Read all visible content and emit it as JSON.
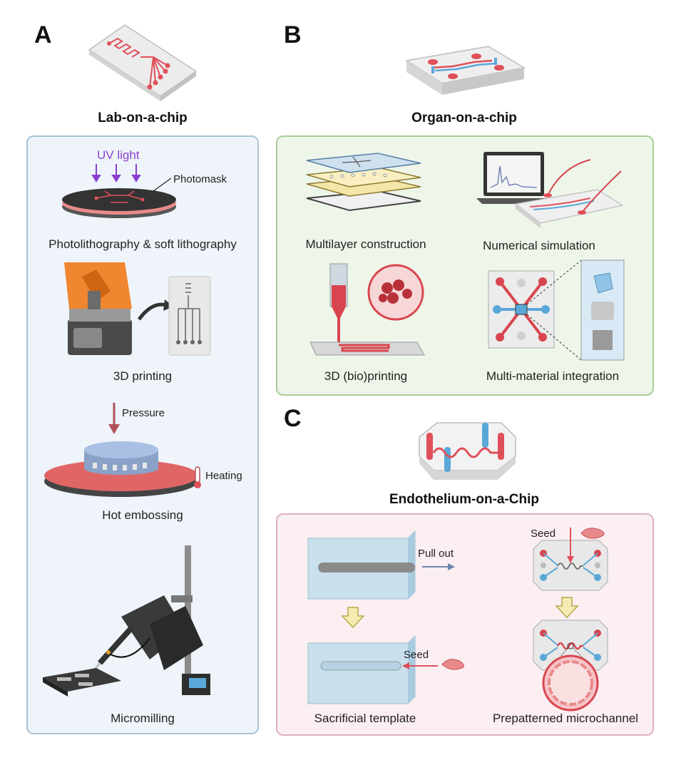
{
  "panels": {
    "a": {
      "letter": "A",
      "title": "Lab-on-a-chip",
      "uv_label": "UV light",
      "photomask_label": "Photomask",
      "items": [
        "Photolithography & soft lithography",
        "3D printing",
        "Hot embossing",
        "Micromilling"
      ],
      "pressure_label": "Pressure",
      "heating_label": "Heating"
    },
    "b": {
      "letter": "B",
      "title": "Organ-on-a-chip",
      "items": [
        "Multilayer construction",
        "Numerical simulation",
        "3D (bio)printing",
        "Multi-material integration"
      ]
    },
    "c": {
      "letter": "C",
      "title": "Endothelium-on-a-Chip",
      "pull_out_label": "Pull out",
      "seed_label_left": "Seed",
      "seed_label_right": "Seed",
      "items": [
        "Sacrificial template",
        "Prepatterned microchannel"
      ]
    }
  },
  "colors": {
    "panel_a_bg": "#eef4fa",
    "panel_b_bg": "#eef6ea",
    "panel_c_bg": "#fbeff2",
    "channel_red": "#e0505a",
    "channel_blue": "#5aa8d8",
    "uv_purple": "#8a3fd1",
    "printer_orange": "#f07a1a"
  }
}
